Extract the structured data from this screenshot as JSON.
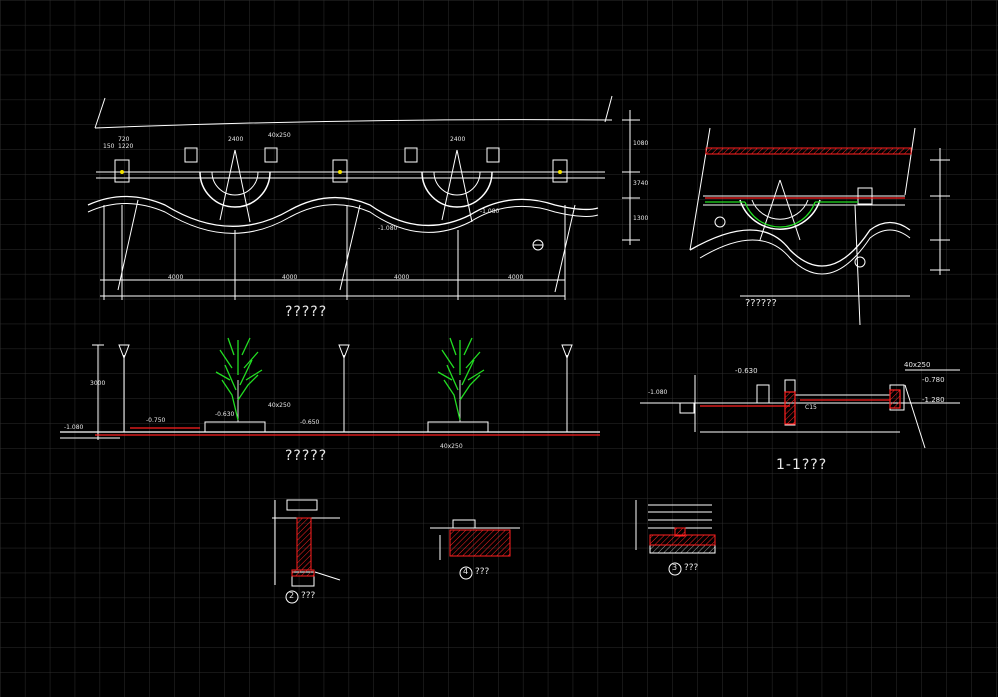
{
  "canvas": {
    "background": "#000000",
    "grid_color": "#2d2d2d",
    "line_color": "#ffffff",
    "accent_red": "#ff2020",
    "accent_green": "#22dd22"
  },
  "titles": {
    "plan_main": "?????",
    "plan_detail": "??????",
    "elevation": "?????",
    "section_1_1": "1-1???",
    "detail_2": "???",
    "detail_4": "???",
    "detail_3": "???"
  },
  "detail_markers": {
    "d2": "2",
    "d4": "4",
    "d3": "3"
  },
  "plan_dims": {
    "span_left": "2400",
    "span_right": "2400",
    "post_w": "720",
    "offset": "150",
    "mid_1": "1220",
    "total_1": "4000",
    "total_2": "4000",
    "total_3": "4000",
    "total_4": "4000",
    "elev_1": "-1.080",
    "elev_2": "-1.080",
    "rail": "40x250",
    "side_1": "1080",
    "side_2": "3740",
    "side_3": "1300"
  },
  "elev_dims": {
    "height": "3000",
    "lvl_a": "-1.080",
    "lvl_b": "-0.750",
    "lvl_c": "-0.630",
    "lvl_d": "-0.650",
    "rail_top": "40x250",
    "rail_bot": "40x250"
  },
  "section_dims": {
    "lvl_a": "-0.630",
    "lvl_b": "-1.080",
    "lvl_c": "-0.780",
    "lvl_d": "-1.280",
    "rail": "40x250",
    "c15": "C15"
  }
}
